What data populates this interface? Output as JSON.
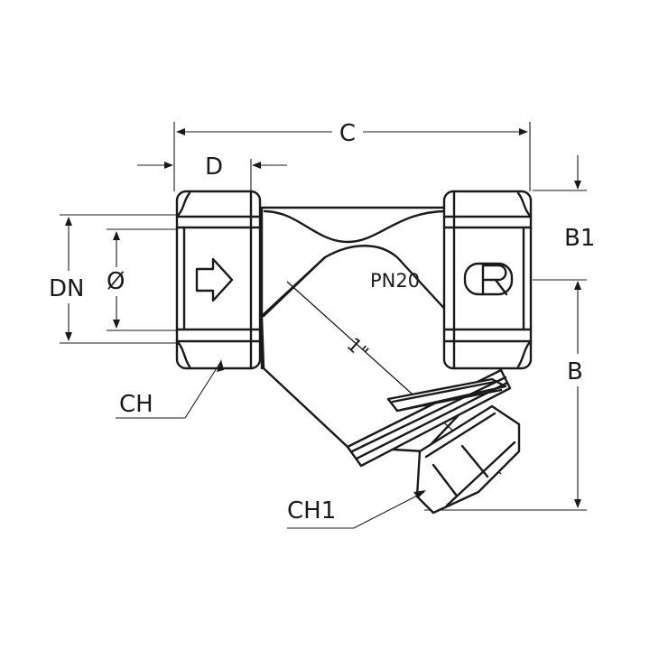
{
  "labels": {
    "c": "C",
    "d": "D",
    "b1": "B1",
    "b": "B",
    "dn": "DN",
    "diameter": "Ø",
    "ch": "CH",
    "ch1": "CH1"
  },
  "markings": {
    "pressure": "PN20",
    "size": "1\"",
    "logo": "DR"
  },
  "icons": {
    "flow_arrow": "flow-direction-arrow-icon",
    "logo": "manufacturer-logo"
  },
  "colors": {
    "line": "#1a1a1a",
    "background": "#ffffff"
  }
}
